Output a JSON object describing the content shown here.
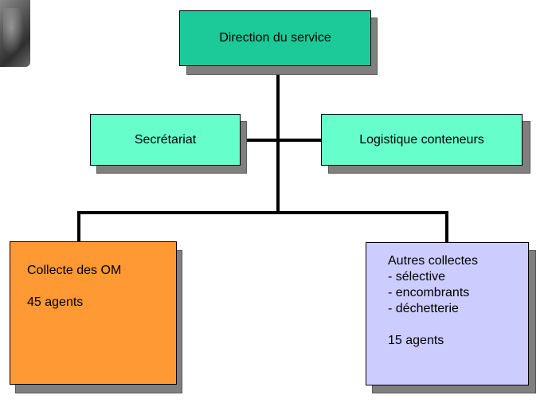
{
  "colors": {
    "direction_fill": "#1cc999",
    "support_fill": "#66ffcc",
    "collecte_om_fill": "#ff9933",
    "autres_fill": "#ccccff",
    "shadow": "#7f7f7f",
    "connector": "#000000"
  },
  "nodes": {
    "direction": {
      "label": "Direction du service"
    },
    "secretariat": {
      "label": "Secrétariat"
    },
    "logistique": {
      "label": "Logistique conteneurs"
    },
    "collecte_om": {
      "title": "Collecte des OM",
      "agents": "45 agents"
    },
    "autres_collectes": {
      "title": "Autres collectes",
      "items": [
        "- sélective",
        "- encombrants",
        "- déchetterie"
      ],
      "agents": "15 agents"
    }
  }
}
